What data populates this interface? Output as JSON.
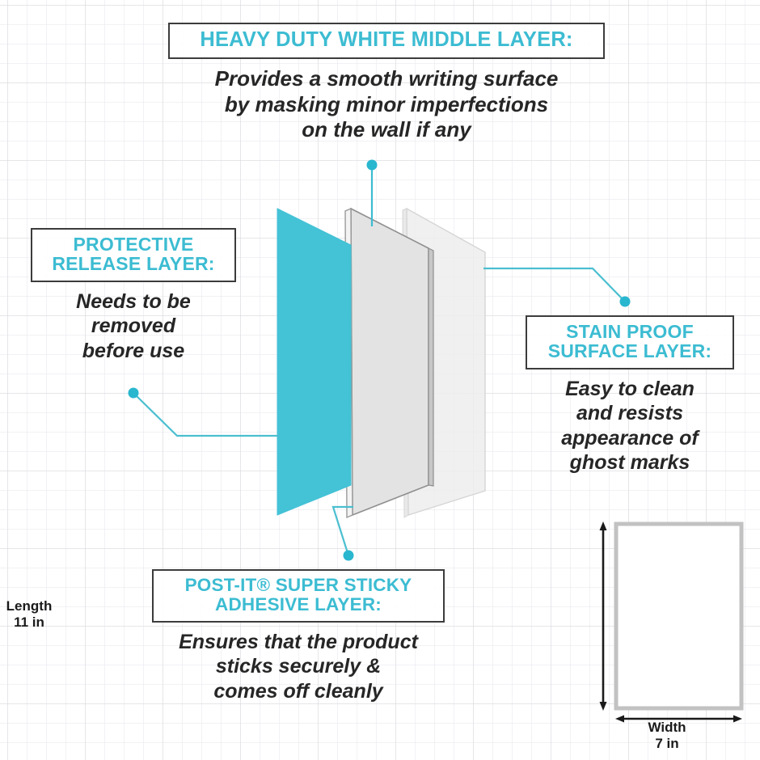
{
  "diagram": {
    "title": "Post-it Super Sticky Dry Erase Surface layer construction",
    "accent_color": "#3cbcd2",
    "teal_panel_color": "#44c2d6",
    "text_color": "#262626",
    "box_border_color": "#3c3c3c"
  },
  "callouts": {
    "middle_layer": {
      "title": "HEAVY DUTY WHITE MIDDLE LAYER:",
      "body_lines": [
        "Provides a smooth writing surface",
        "by masking minor imperfections",
        "on the wall if any"
      ]
    },
    "release_layer": {
      "title_lines": [
        "PROTECTIVE",
        "RELEASE LAYER:"
      ],
      "body_lines": [
        "Needs to be",
        "removed",
        "before use"
      ]
    },
    "stain_layer": {
      "title_lines": [
        "STAIN PROOF",
        "SURFACE LAYER:"
      ],
      "body_lines": [
        "Easy to clean",
        "and resists",
        "appearance of",
        "ghost marks"
      ]
    },
    "adhesive_layer": {
      "title_lines": [
        "POST-IT® SUPER STICKY",
        "ADHESIVE LAYER:"
      ],
      "body_lines": [
        "Ensures that the product",
        "sticks securely &",
        "comes off cleanly"
      ]
    }
  },
  "dimensions": {
    "length_label": "Length",
    "length_value": "11 in",
    "width_label": "Width",
    "width_value": "7 in"
  },
  "layers": [
    {
      "name": "protective-release-layer",
      "fill": "#44c2d6"
    },
    {
      "name": "heavy-duty-white-middle-layer",
      "fill": "#e2e2e2"
    },
    {
      "name": "stain-proof-surface-layer",
      "fill": "#ededed"
    }
  ]
}
